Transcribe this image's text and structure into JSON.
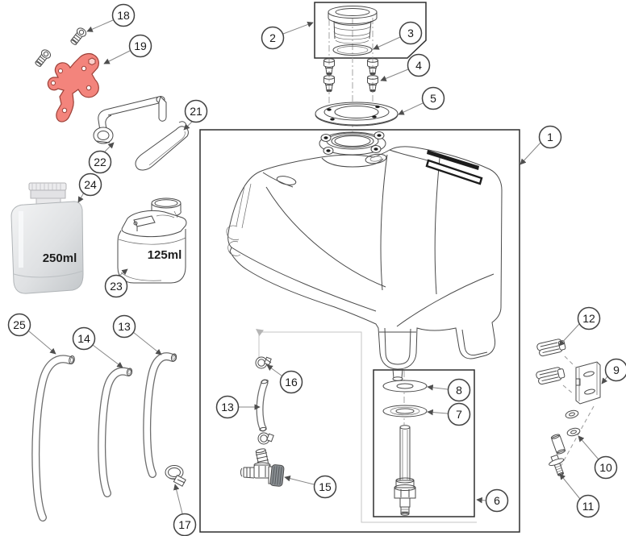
{
  "callouts": {
    "c1": "1",
    "c2": "2",
    "c3": "3",
    "c4": "4",
    "c5": "5",
    "c6": "6",
    "c7": "7",
    "c8": "8",
    "c9": "9",
    "c10": "10",
    "c11": "11",
    "c12": "12",
    "c13a": "13",
    "c13b": "13",
    "c14": "14",
    "c15": "15",
    "c16": "16",
    "c17": "17",
    "c18": "18",
    "c19": "19",
    "c21": "21",
    "c22": "22",
    "c23": "23",
    "c24": "24",
    "c25": "25"
  },
  "labels": {
    "bottle_250": "250ml",
    "reservoir_125": "125ml"
  },
  "colors": {
    "highlight": "#f3847c",
    "highlight_stroke": "#9c4038",
    "stripe": "#1c1c1c"
  }
}
